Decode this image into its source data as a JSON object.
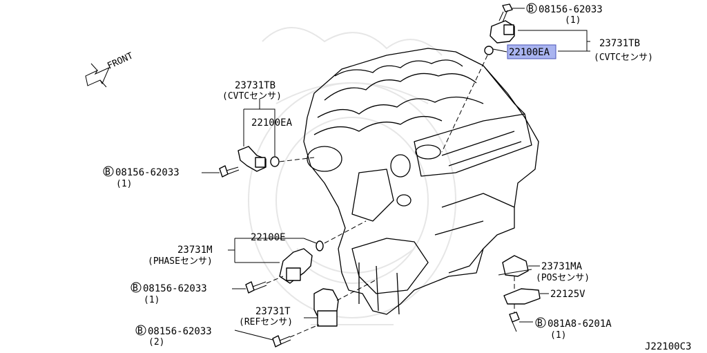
{
  "direction_label": "FRONT",
  "callouts": {
    "top_bolt": {
      "circle": "B",
      "part": "08156-62033",
      "qty": "(1)"
    },
    "top_sensor": {
      "part": "23731TB",
      "desc": "(CVTCセンサ)"
    },
    "top_oring": {
      "part": "22100EA"
    },
    "left_sensor": {
      "part": "23731TB",
      "desc": "(CVTCセンサ)"
    },
    "left_oring": {
      "part": "22100EA"
    },
    "left_bolt": {
      "circle": "B",
      "part": "08156-62033",
      "qty": "(1)"
    },
    "phase_oring": {
      "part": "22100E"
    },
    "phase_sensor": {
      "part": "23731M",
      "desc": "(PHASEセンサ)"
    },
    "phase_bolt": {
      "circle": "B",
      "part": "08156-62033",
      "qty": "(1)"
    },
    "ref_sensor": {
      "part": "23731T",
      "desc": "(REFセンサ)"
    },
    "ref_bolt": {
      "circle": "B",
      "part": "08156-62033",
      "qty": "(2)"
    },
    "pos_sensor": {
      "part": "23731MA",
      "desc": "(POSセンサ)"
    },
    "pos_bracket": {
      "part": "22125V"
    },
    "pos_bolt": {
      "circle": "B",
      "part": "081A8-6201A",
      "qty": "(1)"
    }
  },
  "figure_id": "J22100C3",
  "highlight_color": "#a9b4f0"
}
